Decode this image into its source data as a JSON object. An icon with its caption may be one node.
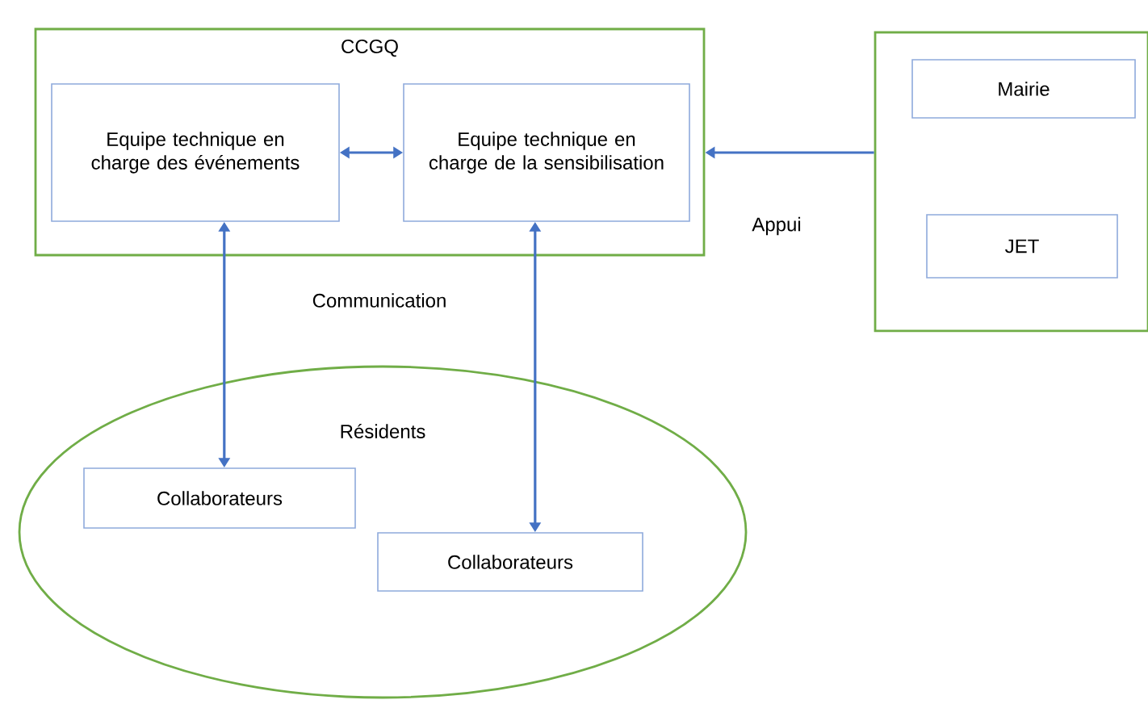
{
  "diagram": {
    "nodes": [
      {
        "text": [
          "CCGQ"
        ]
      },
      {
        "text": [
          "Equipe technique en charge des événements"
        ],
        "in": 0
      },
      {
        "text": [
          "Equipe technique en charge de la sensibilisation"
        ],
        "in": 0
      },
      {
        "text": [],
        "shape": "box"
      },
      {
        "text": [
          "Mairie"
        ],
        "in": 3
      },
      {
        "text": [
          "JET"
        ],
        "in": 3
      },
      {
        "text": [
          "Résidents"
        ]
      },
      {
        "text": [
          "Collaborateurs"
        ],
        "in": 6
      },
      {
        "text": [
          "Collaborateurs"
        ],
        "in": 6
      }
    ],
    "edges": [
      {
        "from": 1,
        "to": 2,
        "arrow": "both"
      },
      {
        "from": 3,
        "to": 0,
        "arrow": "to",
        "label": "Appui"
      },
      {
        "from": 1,
        "to": 7,
        "arrow": "both"
      },
      {
        "from": 2,
        "to": 8,
        "arrow": "both"
      }
    ],
    "labels": [
      "Communication"
    ]
  }
}
